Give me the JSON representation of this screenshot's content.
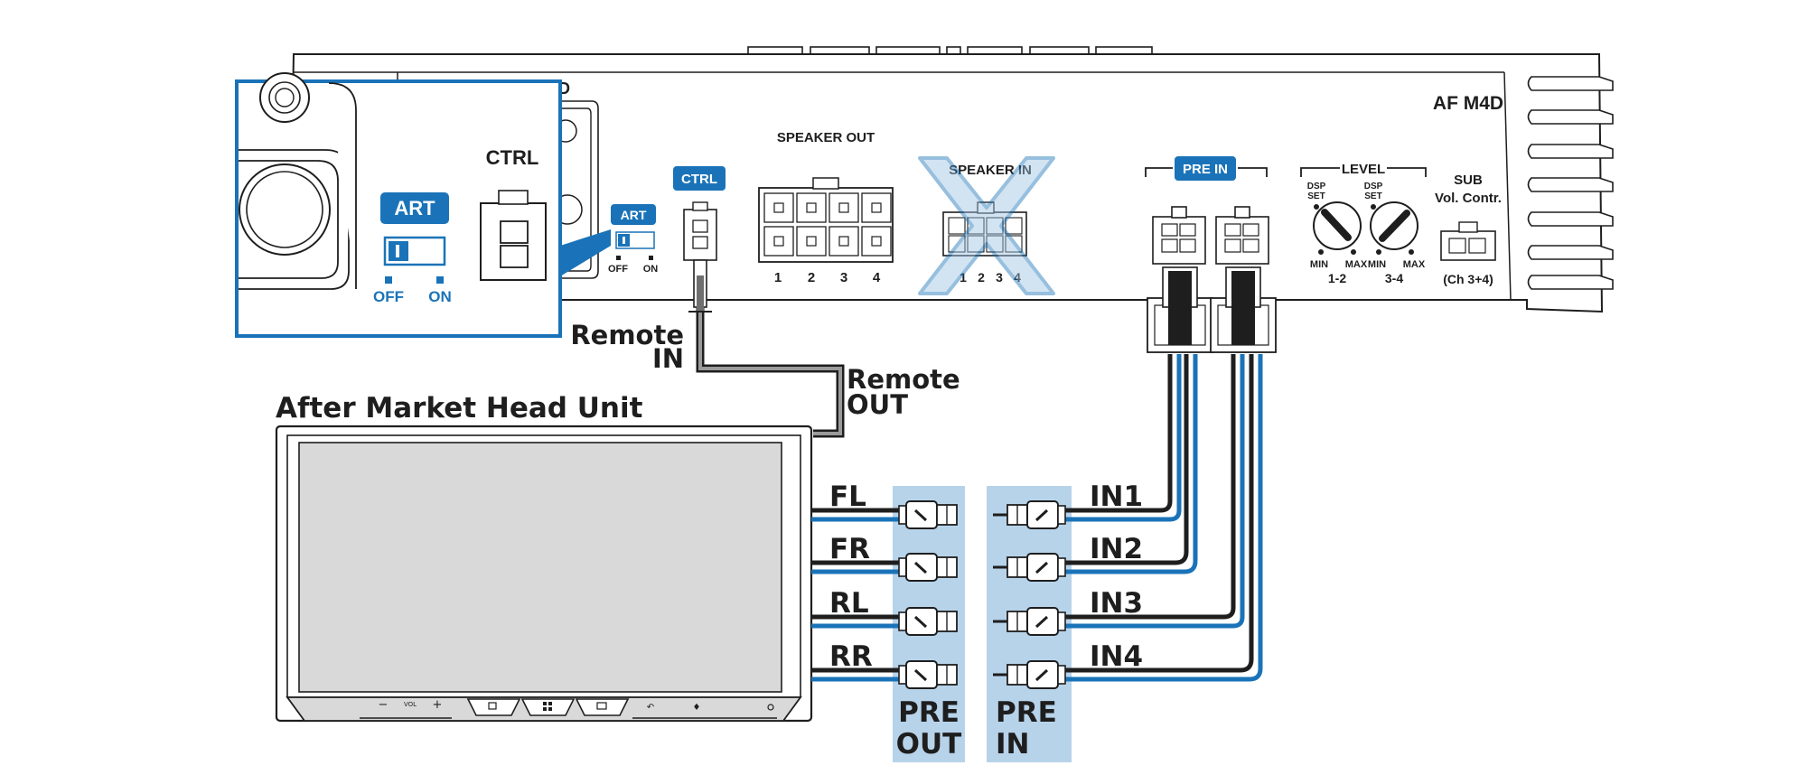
{
  "amplifier": {
    "model": "AF M4D",
    "cut_label_fragment": "D",
    "speaker_out_label": "SPEAKER OUT",
    "speaker_out_pins": [
      "1",
      "2",
      "3",
      "4"
    ],
    "speaker_in_label": "SPEAKER IN",
    "speaker_in_pins": [
      "1",
      "2",
      "3",
      "4"
    ],
    "ctrl_badge": "CTRL",
    "art_badge": "ART",
    "art_off": "OFF",
    "art_on": "ON",
    "pre_in_badge": "PRE IN",
    "level_label": "LEVEL",
    "knob_dsp_set": [
      "DSP",
      "SET"
    ],
    "knob_min": "MIN",
    "knob_max": "MAX",
    "knob1_channel": "1-2",
    "knob2_channel": "3-4",
    "sub_label": [
      "SUB",
      "Vol. Contr."
    ],
    "sub_channel": "(Ch 3+4)"
  },
  "inset": {
    "ctrl_label": "CTRL",
    "art_badge": "ART",
    "off_label": "OFF",
    "on_label": "ON"
  },
  "remote": {
    "in_label": [
      "Remote",
      "IN"
    ],
    "out_label": [
      "Remote",
      "OUT"
    ]
  },
  "head_unit": {
    "title": "After Market Head Unit",
    "vol_minus": "−",
    "vol_label": "VOL",
    "vol_plus": "+"
  },
  "channels": {
    "pre_out": [
      "FL",
      "FR",
      "RL",
      "RR"
    ],
    "pre_in": [
      "IN1",
      "IN2",
      "IN3",
      "IN4"
    ]
  },
  "rca_groups": {
    "pre_out": [
      "PRE",
      "OUT"
    ],
    "pre_in": [
      "PRE",
      "IN"
    ]
  },
  "colors": {
    "accent_blue": "#1a73b8",
    "rca_panel": "#b7d3ea",
    "cross": "#1a73b8",
    "wire_dark": "#222222",
    "outline": "#1e1e1e"
  }
}
